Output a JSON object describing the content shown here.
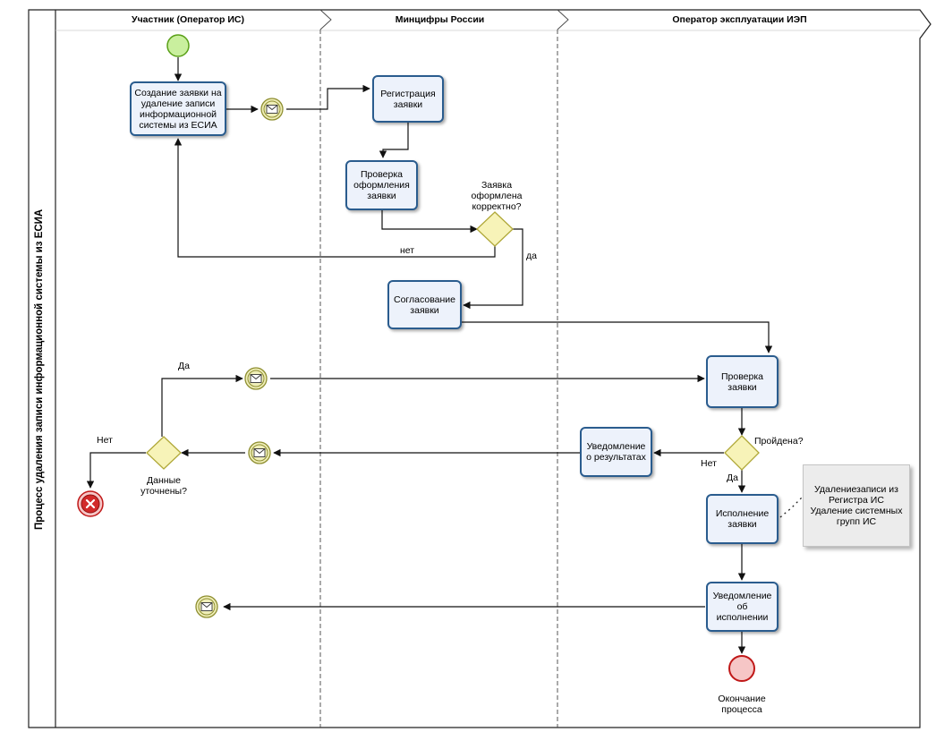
{
  "pool": {
    "title": "Процесс удаления записи информационной системы из ЕСИА"
  },
  "lanes": [
    {
      "title": "Участник (Оператор ИС)"
    },
    {
      "title": "Минцифры России"
    },
    {
      "title": "Оператор эксплуатации ИЭП"
    }
  ],
  "tasks": {
    "create_request": "Создание заявки на удаление записи информационной системы из ЕСИА",
    "register_request": "Регистрация\nзаявки",
    "check_format": "Проверка\nоформления\nзаявки",
    "approve_request": "Согласование\nзаявки",
    "check_request": "Проверка\nзаявки",
    "notify_results": "Уведомление\nо результатах",
    "execute_request": "Исполнение\nзаявки",
    "notify_execution": "Уведомление\nоб\nисполнении"
  },
  "gateways": {
    "format_ok": "Заявка\nоформлена\nкорректно?",
    "passed": "Пройдена?",
    "data_clarified": "Данные\nуточнены?"
  },
  "flow_labels": {
    "no_1": "нет",
    "yes_1": "да",
    "yes_2": "Да",
    "no_2": "Нет",
    "yes_3": "Да",
    "no_3": "Нет"
  },
  "note": "Удалениезаписи из\nРегистра ИС\nУдаление системных\nгрупп ИС",
  "end_event": "Окончание\nпроцесса",
  "colors": {
    "task_fill": "#edf2fb",
    "task_border": "#2a5c8e",
    "start_fill": "#c9ef9e",
    "start_stroke": "#5aa018",
    "message_fill": "#efeeb8",
    "message_stroke": "#8e8e30",
    "gateway_fill": "#f7f3b8",
    "gateway_stroke": "#b0a838",
    "end_fill": "#f6c6c6",
    "end_stroke": "#c01818",
    "error_fill": "#d22a2a"
  }
}
